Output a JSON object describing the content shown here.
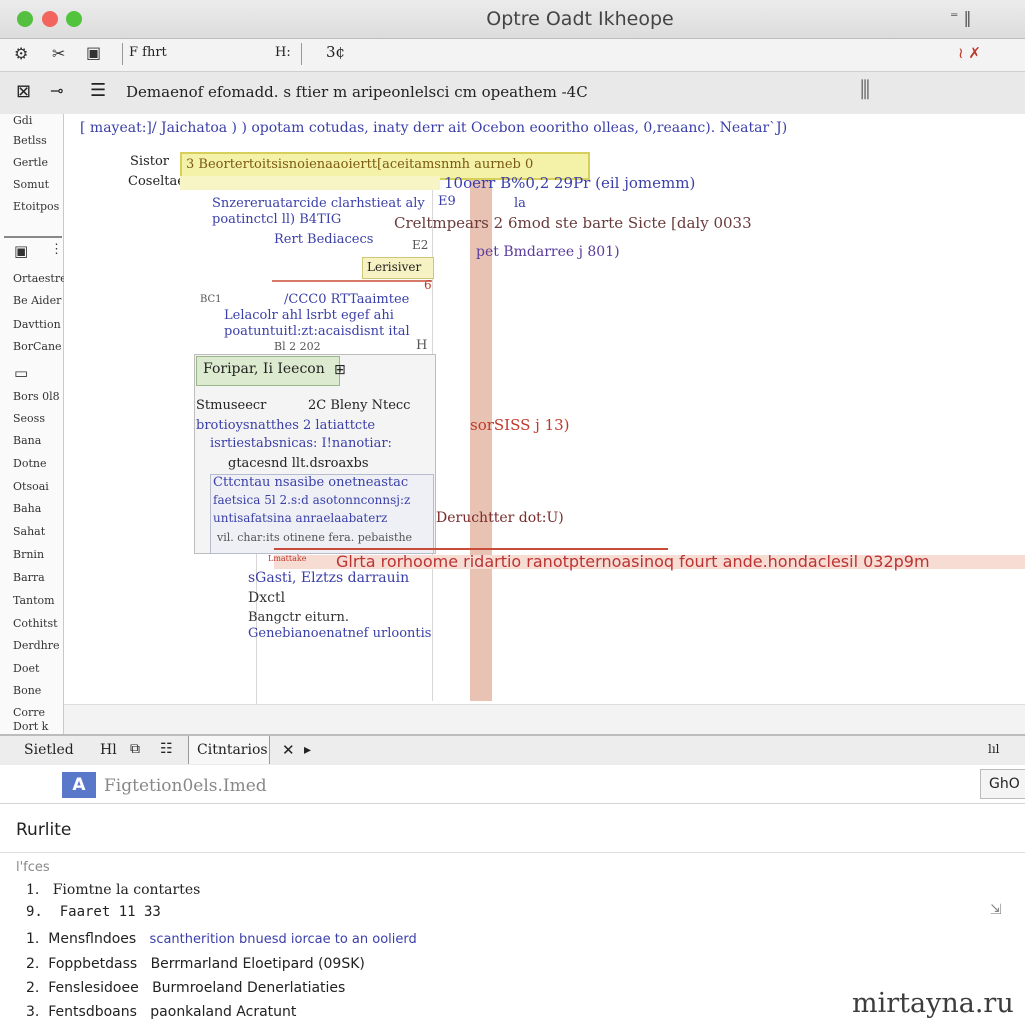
{
  "window": {
    "title": "Optre Oadt Ikheope",
    "right_icons": "⁼ ‖"
  },
  "toolbar": {
    "items": [
      "F fhrt",
      "H:",
      "3¢"
    ],
    "right": "≀ ✗"
  },
  "toolbar2": {
    "text": "Demaenof efomadd. s  ftier m aripeonlelsci cm opeathem  -4C"
  },
  "sidebar": {
    "items_top": [
      "Gdi",
      "Betlss",
      "Gertle",
      "Somut",
      "Etoitpos"
    ],
    "items_mid": [
      "Ortaestre",
      "Be Aider",
      "Davttion",
      "BorCane"
    ],
    "items_bot": [
      "Bors 0l8",
      "Seoss",
      "Bana",
      "Dotne",
      "Otsoai",
      "Baha",
      "Sahat",
      "Brnin",
      "Barra",
      "Tantom",
      "Cothitst",
      "Derdhre",
      "Doet",
      "Bone",
      "Corre",
      "Dort k"
    ]
  },
  "editor": {
    "header_line": "[ mayeat:]/ Jaichatoa ) )  opotam  cotudas, inaty  derr ait  Ocebon  eooritho  olleas,  0,reaanc).  Neatar`J)",
    "left_labels": [
      "Sistor",
      "Coseltae"
    ],
    "yellow_box": "3  Beortertoitsisnoienaaoiertt[aceitamsnmh  aurneb 0",
    "yellow_box_tail": "10oerr  B%0,2 29Pr  (eil jomemm)",
    "blue_lines_1": [
      "Snzereruatarcide  clarhstieat  aly",
      "poatinctcl  ll)  B4TIG",
      "Rert Bediacecs"
    ],
    "e9": "E9",
    "ia": "la",
    "e2": "E2",
    "chaimpers": "Creltmpears  2 6mod  ste  barte  Sicte  [daly  0033",
    "pet": "pet  Bmdarree  j 801)",
    "listnver": "Lerisiver",
    "six": "6",
    "b01": "BC1",
    "c600": "/CCC0  RTTaaimtee",
    "blue_lines_2": [
      "Lelacolr ahl  lsrbt  egef  ahi",
      "poatuntuitl:zt:acaisdisnt  ital",
      "Bl  2 202"
    ],
    "h": "H",
    "green_box": "Foripar, Ii Ieecon",
    "strmuseecr": "Stmuseecr",
    "twentysix": "2C  Bleny  Ntecc",
    "sorsies": "sorSISS  j 13)",
    "blue_lines_3": [
      "brotioysnatthes  2  latiattcte",
      "isrtiestabsnicas:  I!nanotiar:",
      "gtacesnd  llt.dsroaxbs"
    ],
    "gray_box_lines": [
      "Cttcntau nsasibe  onetneastac",
      "faetsica  5l  2.s:d  asotonnconnsj:z",
      "untisafatsina  anraelaabaterz",
      "vil.  char:its  otinene fera.  pebaisthe"
    ],
    "denucher": "Deruchtter  dot:U)",
    "red_line": "Glrta rorhoome  ridartio  ranotpternoasinoq  fourt  ande.hondaclesil  032p9m",
    "tag": "Lmattake",
    "bottom_lines": [
      "sGasti,  Elztzs  darrauin",
      "Dxctl",
      "Bangctr  eiturn.",
      "Genebianoenatnef  urloontis"
    ]
  },
  "bottom_tabs": {
    "items": [
      "Sietled",
      "Hl",
      "Citntarios"
    ],
    "close": "✕",
    "more": "▸",
    "right": "lıl"
  },
  "search": {
    "icon_letter": "A",
    "placeholder": "Figtetion0els.Imed",
    "button": "GhO"
  },
  "panel": {
    "title": "Rurlite",
    "subtitle": "l'fces",
    "rows": [
      {
        "num": "1.",
        "name": "Fiomtne la contartes",
        "desc": ""
      },
      {
        "num": "9.",
        "name": "Faaret  11  33",
        "desc": ""
      },
      {
        "num": "1.",
        "name": "Mensflndoes",
        "desc": "scantherition  bnuesd  iorcae  to  an  oolierd"
      },
      {
        "num": "2.",
        "name": "Foppbetdass",
        "desc": "Berrmarland  Eloetipard  (09SK)"
      },
      {
        "num": "2.",
        "name": "Fenslesidoee",
        "desc": "Burmroeland  Denerlatiaties"
      },
      {
        "num": "3.",
        "name": "Fentsdboans",
        "desc": "paonkaland  Acratunt"
      }
    ],
    "right_icon": "⇲"
  },
  "watermark": "mirtayna.ru",
  "colors": {
    "yellow": "#f4f1a8",
    "green": "#dcebcf",
    "red_line": "#e7a69a",
    "rail": "#e8c3b4"
  }
}
